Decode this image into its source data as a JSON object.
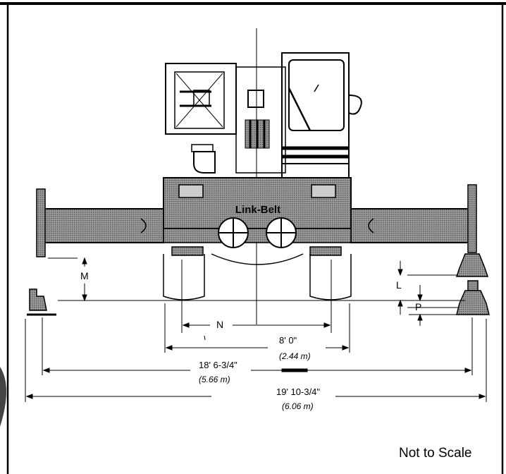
{
  "drawing": {
    "brand_text": "Link-Belt",
    "note": "Not to Scale",
    "labels": {
      "m": "M",
      "n": "N",
      "l": "L",
      "p": "P"
    },
    "dimensions": {
      "width_8ft": {
        "imperial": "8' 0\"",
        "metric": "(2.44 m)"
      },
      "outrigger_center": {
        "imperial": "18' 6-3/4\"",
        "metric": "(5.66 m)"
      },
      "outrigger_overall": {
        "imperial": "19' 10-3/4\"",
        "metric": "(6.06 m)"
      }
    },
    "colors": {
      "ink": "#000000",
      "hatch": "#8a8a8a",
      "paper": "#ffffff"
    }
  }
}
